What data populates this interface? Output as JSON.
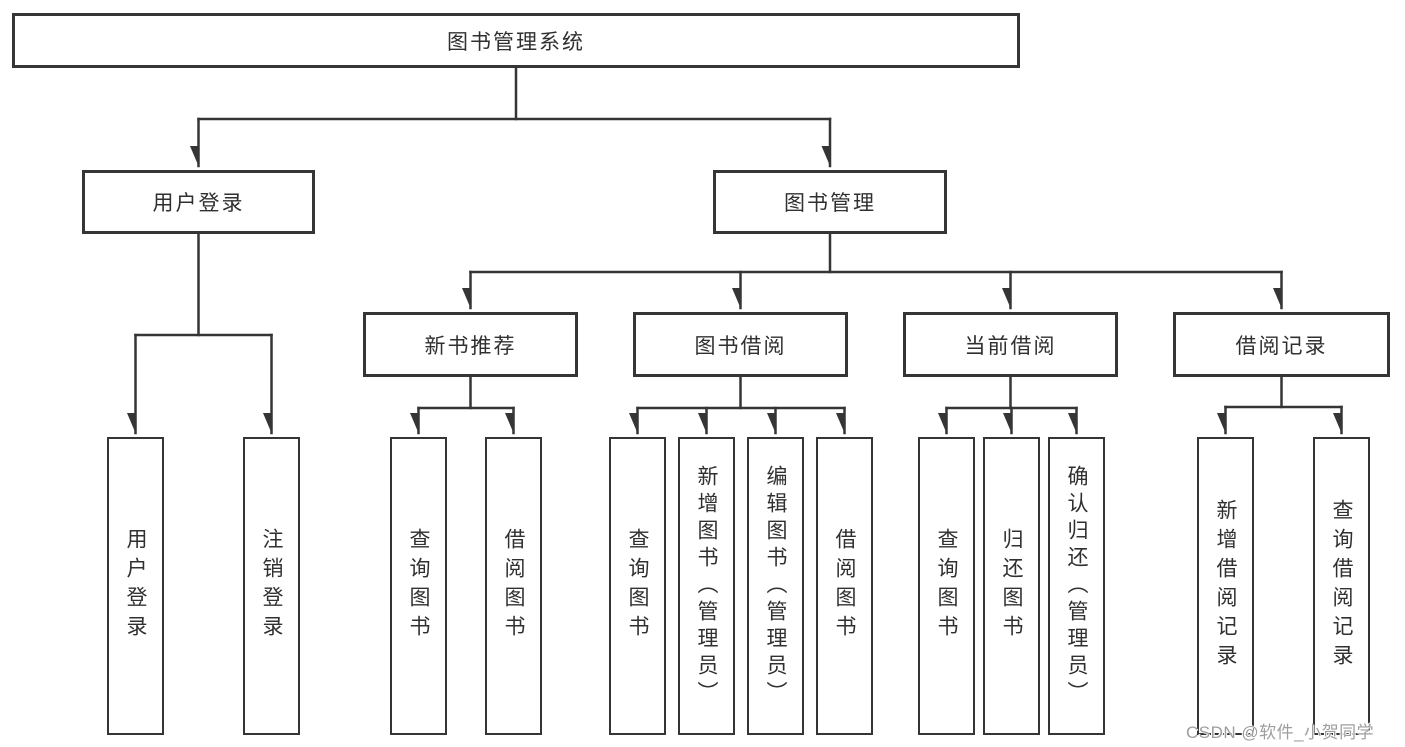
{
  "diagram": {
    "root": {
      "label": "图书管理系统"
    },
    "level2": [
      {
        "label": "用户登录"
      },
      {
        "label": "图书管理"
      }
    ],
    "level3": [
      {
        "label": "新书推荐"
      },
      {
        "label": "图书借阅"
      },
      {
        "label": "当前借阅"
      },
      {
        "label": "借阅记录"
      }
    ],
    "leaves": {
      "user_login": [
        "用户登录",
        "注销登录"
      ],
      "new_books": [
        "查询图书",
        "借阅图书"
      ],
      "book_borrow": [
        "查询图书",
        "新增图书（管理员）",
        "编辑图书（管理员）",
        "借阅图书"
      ],
      "current_borrow": [
        "查询图书",
        "归还图书",
        "确认归还（管理员）"
      ],
      "borrow_records": [
        "新增借阅记录",
        "查询借阅记录"
      ]
    }
  },
  "watermark": {
    "text": "CSDN @软件_小贺同学"
  },
  "colors": {
    "line": "#353535",
    "box_border": "#353535",
    "text": "#303030",
    "watermark_text": "#9e9e9e",
    "background": "#ffffff"
  }
}
